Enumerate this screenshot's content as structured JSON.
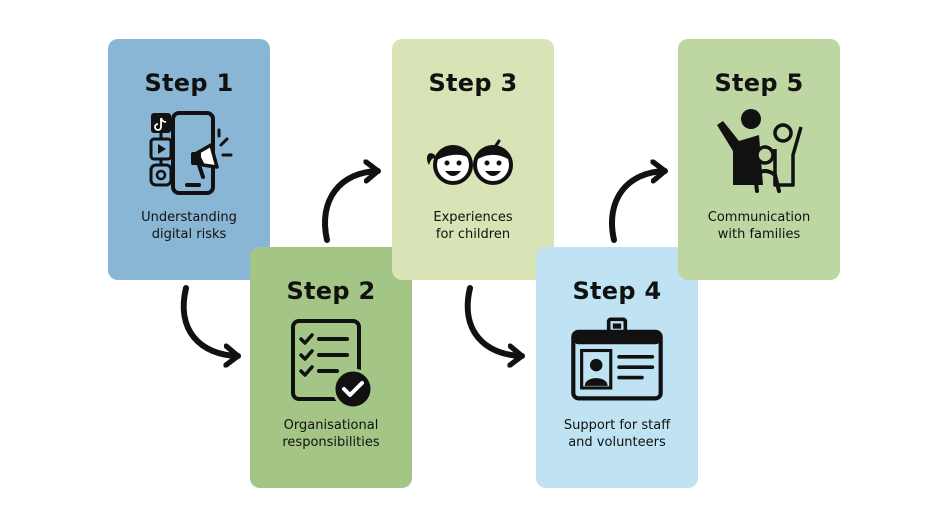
{
  "steps": [
    {
      "title": "Step 1",
      "label_line1": "Understanding",
      "label_line2": "digital risks",
      "icon": "phone-social-media-icon",
      "color": "#8ab6d6"
    },
    {
      "title": "Step 2",
      "label_line1": "Organisational",
      "label_line2": "responsibilities",
      "icon": "checklist-icon",
      "color": "#a3c585"
    },
    {
      "title": "Step 3",
      "label_line1": "Experiences",
      "label_line2": "for children",
      "icon": "children-faces-icon",
      "color": "#d8e3b6"
    },
    {
      "title": "Step 4",
      "label_line1": "Support for staff",
      "label_line2": "and volunteers",
      "icon": "id-badge-icon",
      "color": "#bfe3f2"
    },
    {
      "title": "Step 5",
      "label_line1": "Communication",
      "label_line2": "with families",
      "icon": "family-icon",
      "color": "#bed6a2"
    }
  ]
}
